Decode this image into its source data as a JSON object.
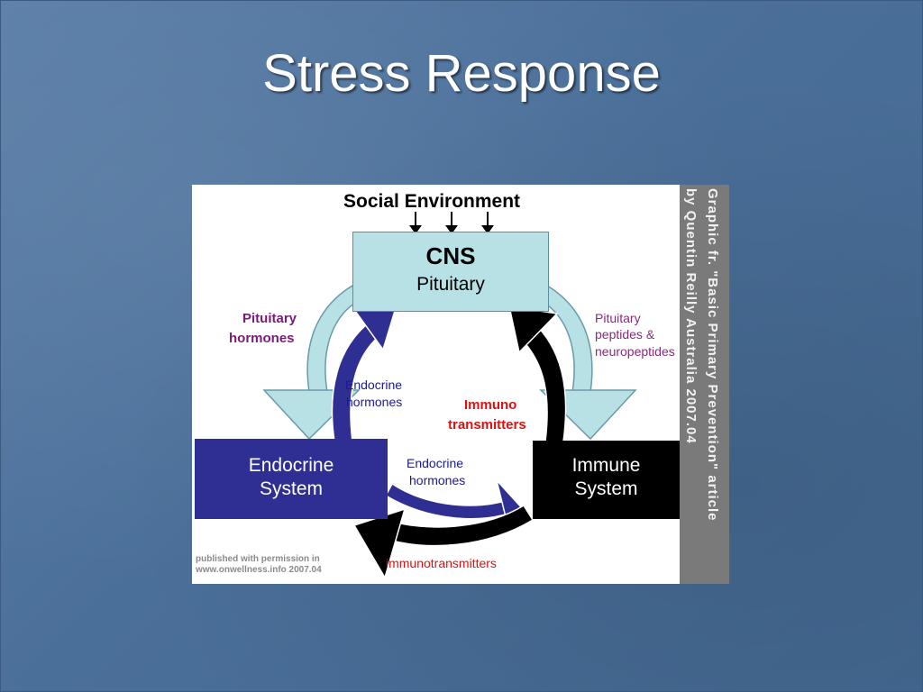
{
  "slide": {
    "title": "Stress Response"
  },
  "diagram": {
    "top_label": "Social Environment",
    "cns": {
      "title": "CNS",
      "subtitle": "Pituitary"
    },
    "endocrine_system": {
      "line1": "Endocrine",
      "line2": "System"
    },
    "immune_system": {
      "line1": "Immune",
      "line2": "System"
    },
    "labels": {
      "pituitary_hormones_1": "Pituitary",
      "pituitary_hormones_2": "hormones",
      "endocrine_hormones_inner_1": "Endocrine",
      "endocrine_hormones_inner_2": "hormones",
      "immuno_transmitters_1": "Immuno",
      "immuno_transmitters_2": "transmitters",
      "pituitary_peptides_1": "Pituitary",
      "pituitary_peptides_2": "peptides &",
      "pituitary_peptides_3": "neuropeptides",
      "endocrine_hormones_bottom_1": "Endocrine",
      "endocrine_hormones_bottom_2": "hormones",
      "immunotransmitters_bottom": "immunotransmitters"
    },
    "credit_line1": "Graphic fr. \"Basic Primary Prevention\" article",
    "credit_line2": "by Quentin Reilly  Australia  2007.04",
    "permission_line1": "published with permission in",
    "permission_line2": "www.onwellness.info 2007.04"
  },
  "colors": {
    "background": "#4a6f99",
    "cns_fill": "#b8e1e6",
    "endocrine_fill": "#2e2e93",
    "immune_fill": "#000000",
    "light_arrow": "#b8e1e6",
    "blue_arrow": "#2e2e93",
    "purple_text": "#7a1a7a",
    "red_text": "#e01010",
    "blue_text": "#1a1a9a"
  }
}
